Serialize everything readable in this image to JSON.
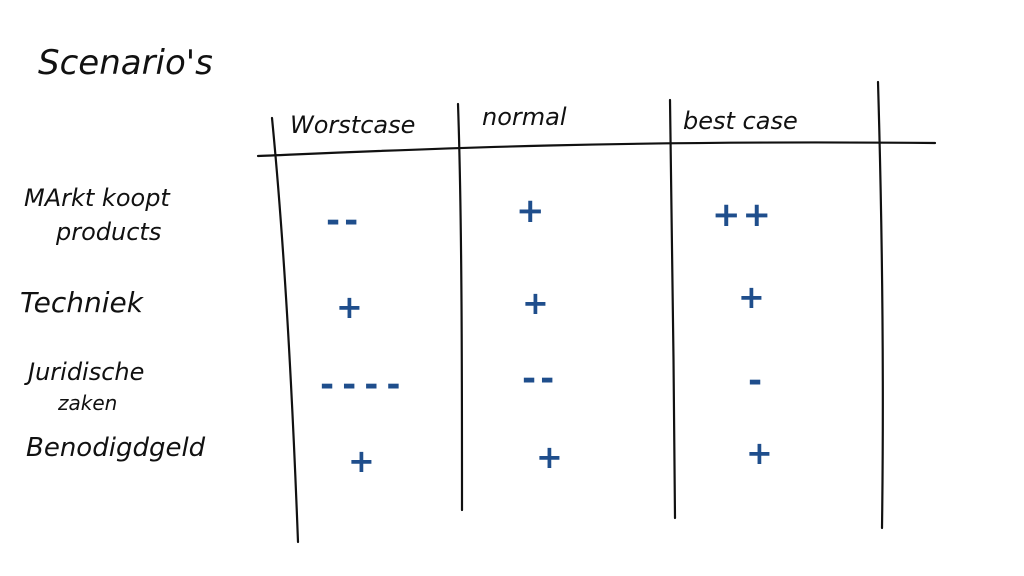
{
  "title": "Scenario's",
  "columns": [
    "Worstcase",
    "normal",
    "best case"
  ],
  "rows": [
    {
      "label_lines": [
        "MArkt koopt",
        "products"
      ],
      "marks": [
        "--",
        "+",
        "++"
      ]
    },
    {
      "label_lines": [
        "Techniek"
      ],
      "marks": [
        "+",
        "+",
        "+"
      ]
    },
    {
      "label_lines": [
        "Juridische",
        "zaken"
      ],
      "marks": [
        "----",
        "--",
        "-"
      ]
    },
    {
      "label_lines": [
        "Benodigdgeld"
      ],
      "marks": [
        "+",
        "+",
        "+"
      ]
    }
  ],
  "colors": {
    "ink": "#111111",
    "marks": "#1f4e8c",
    "background": "#ffffff"
  }
}
